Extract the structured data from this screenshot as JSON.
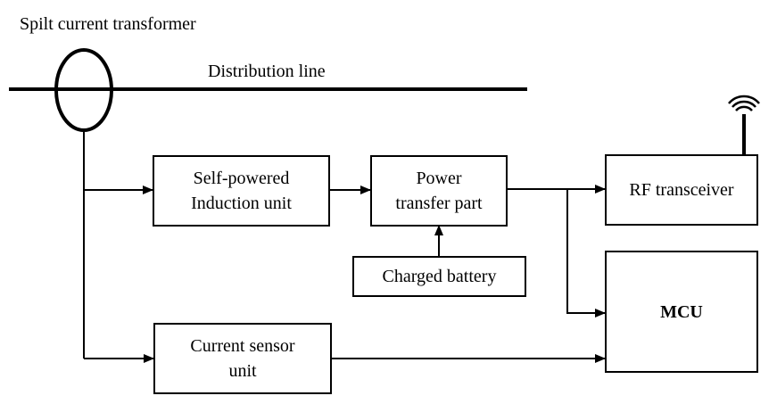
{
  "title": "Spilt current transformer",
  "line_label": "Distribution line",
  "blocks": {
    "induction": [
      "Self-powered",
      "Induction unit"
    ],
    "power_transfer": [
      "Power",
      "transfer part"
    ],
    "battery": "Charged battery",
    "sensor": [
      "Current sensor",
      "unit"
    ],
    "rf": "RF transceiver",
    "mcu": "MCU"
  }
}
